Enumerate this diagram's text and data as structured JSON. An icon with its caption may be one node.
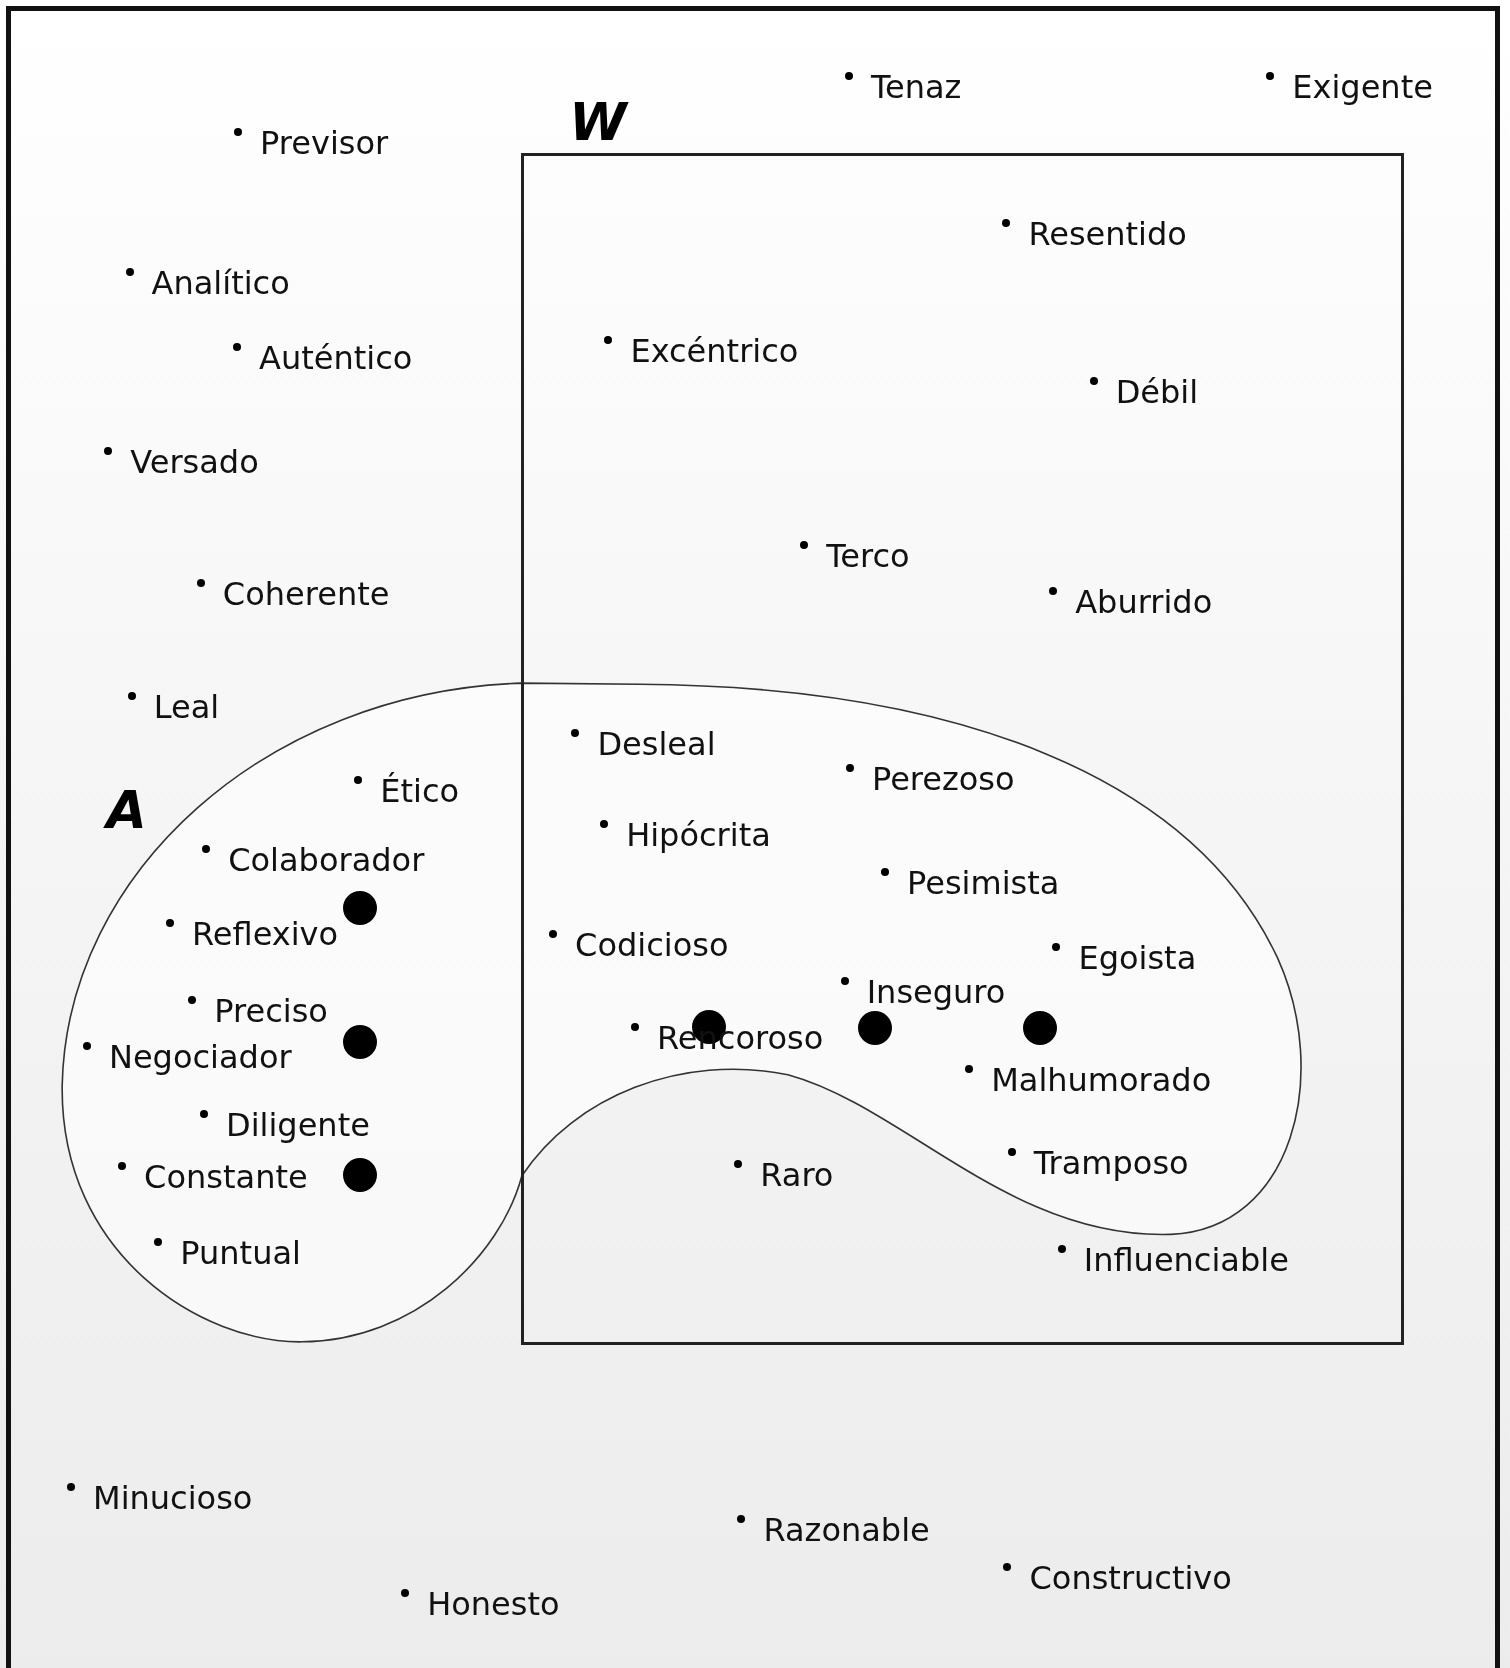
{
  "diagram": {
    "nodes": [
      {
        "text": [
          "W"
        ]
      },
      {
        "text": [
          "A"
        ]
      },
      {
        "text": [
          "Previsor"
        ]
      },
      {
        "text": [
          "Tenaz"
        ]
      },
      {
        "text": [
          "Exigente"
        ]
      },
      {
        "text": [
          "Analítico"
        ]
      },
      {
        "text": [
          "Auténtico"
        ]
      },
      {
        "text": [
          "Versado"
        ]
      },
      {
        "text": [
          "Coherente"
        ]
      },
      {
        "text": [
          "Leal"
        ]
      },
      {
        "text": [
          "Resentido"
        ],
        "in": 0
      },
      {
        "text": [
          "Excéntrico"
        ],
        "in": 0
      },
      {
        "text": [
          "Débil"
        ],
        "in": 0
      },
      {
        "text": [
          "Terco"
        ],
        "in": 0
      },
      {
        "text": [
          "Aburrido"
        ],
        "in": 0
      },
      {
        "text": [
          "Ético"
        ],
        "in": 1
      },
      {
        "text": [
          "Colaborador"
        ],
        "in": 1
      },
      {
        "text": [
          "Desleal"
        ]
      },
      {
        "text": [
          "Perezoso"
        ]
      },
      {
        "text": [
          "Hipócrita"
        ]
      },
      {
        "text": [
          "Pesimista"
        ]
      },
      {
        "text": [
          "Reflexivo"
        ],
        "in": 1
      },
      {
        "text": [
          "Codicioso"
        ]
      },
      {
        "text": [
          "Egoista"
        ]
      },
      {
        "text": [
          "Inseguro"
        ]
      },
      {
        "text": [
          "Preciso"
        ],
        "in": 1
      },
      {
        "text": [
          "Negociador"
        ],
        "in": 1
      },
      {
        "text": [
          "Rencoroso"
        ]
      },
      {
        "text": [
          "Malhumorado"
        ]
      },
      {
        "text": [
          "Diligente"
        ],
        "in": 1
      },
      {
        "text": [
          "Constante"
        ],
        "in": 1
      },
      {
        "text": [
          "Raro"
        ],
        "in": 0
      },
      {
        "text": [
          "Tramposo"
        ]
      },
      {
        "text": [
          "Puntual"
        ],
        "in": 1
      },
      {
        "text": [
          "Influenciable"
        ],
        "in": 0
      },
      {
        "text": [
          "Minucioso"
        ]
      },
      {
        "text": [
          "Razonable"
        ]
      },
      {
        "text": [
          "Constructivo"
        ]
      },
      {
        "text": [
          "Honesto"
        ]
      }
    ],
    "edges": []
  }
}
